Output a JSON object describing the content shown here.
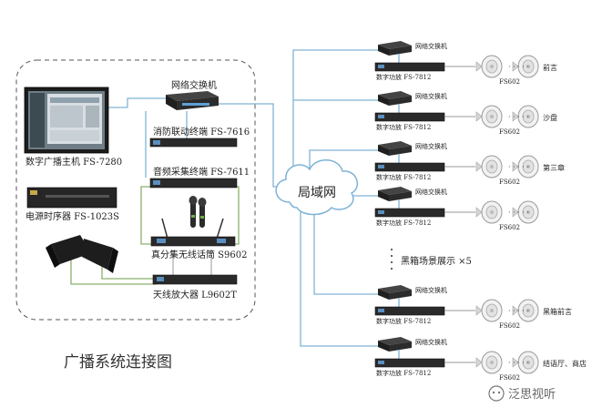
{
  "diagram": {
    "title": "广播系统连接图",
    "lan_label": "局域网",
    "left_devices": {
      "network_switch": "网络交换机",
      "broadcast_host": "数字广播主机 FS-7280",
      "fire_terminal": "消防联动终端 FS-7616",
      "audio_terminal": "音频采集终端 FS-7611",
      "power_sequencer": "电源时序器 FS-1023S",
      "wireless_mic": "真分集无线话筒 S9602",
      "antenna_amp": "天线放大器 L9602T"
    },
    "zones": [
      {
        "switch_label": "网络交换机",
        "amp_label": "数字功放 FS-7812",
        "speaker_label": "FS602",
        "zone_name": "前言"
      },
      {
        "switch_label": "网络交换机",
        "amp_label": "数字功放 FS-7812",
        "speaker_label": "FS602",
        "zone_name": "沙盘"
      },
      {
        "switch_label": "网络交换机",
        "amp_label": "数字功放 FS-7812",
        "speaker_label": "FS602",
        "zone_name": "第三章"
      },
      {
        "switch_label": "网络交换机",
        "amp_label": "数字功放 FS-7812",
        "speaker_label": "FS602",
        "zone_name": ""
      },
      {
        "switch_label": "网络交换机",
        "amp_label": "数字功放 FS-7812",
        "speaker_label": "FS602",
        "zone_name": "黑箱前言"
      },
      {
        "switch_label": "网络交换机",
        "amp_label": "数字功放 FS-7812",
        "speaker_label": "FS602",
        "zone_name": "结语厅、商店"
      }
    ],
    "repeat_note": "黑箱场景展示 ×5",
    "watermark": "泛思视听"
  }
}
